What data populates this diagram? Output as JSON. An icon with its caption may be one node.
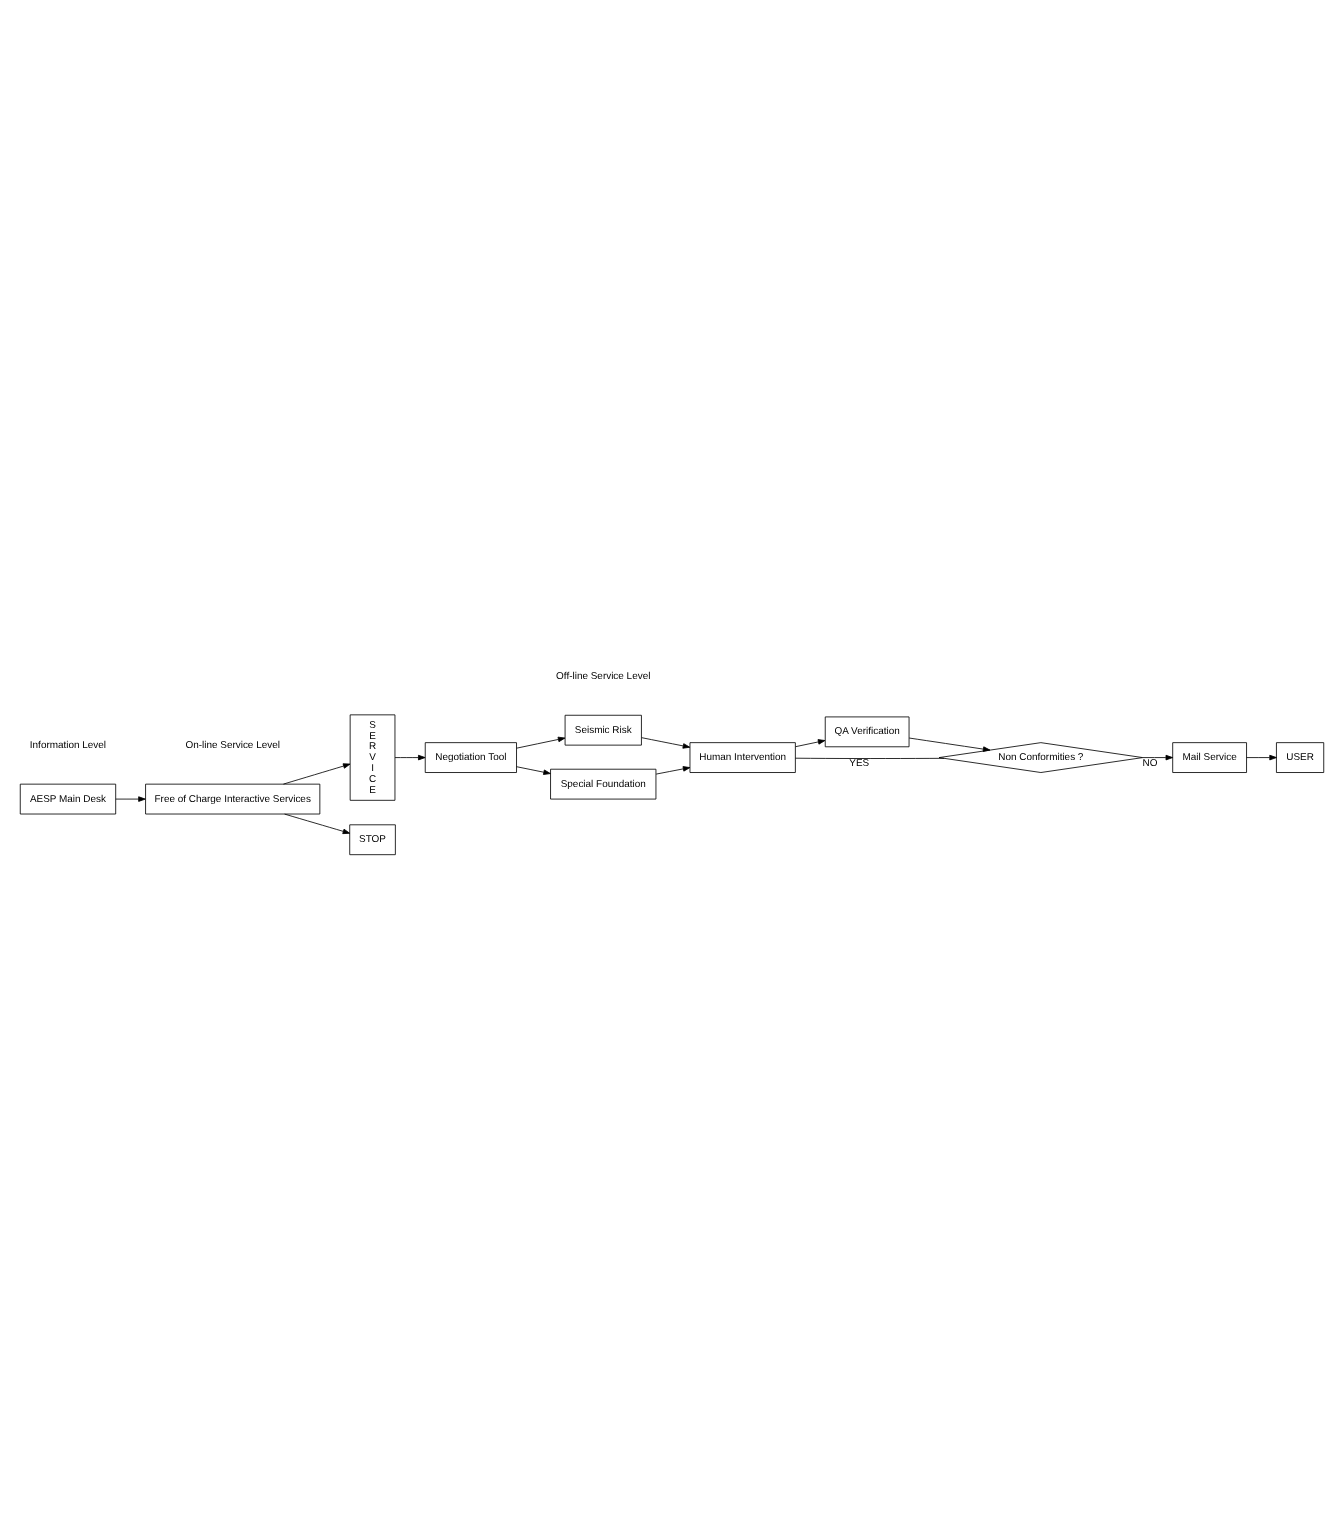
{
  "diagram": {
    "nodes": [
      {
        "text": [
          "AESP Main Desk"
        ]
      },
      {
        "text": [
          "Free of Charge Interactive Services"
        ]
      },
      {
        "text": [
          "S E R V I C E"
        ]
      },
      {
        "text": [
          "Seismic Risk"
        ]
      },
      {
        "text": [
          "Special Foundation"
        ]
      },
      {
        "text": [
          "STOP"
        ]
      },
      {
        "text": [
          "Negotiation Tool"
        ]
      },
      {
        "text": [
          "Human Intervention"
        ]
      },
      {
        "text": [
          "Mail Service"
        ]
      },
      {
        "text": [
          "USER"
        ]
      },
      {
        "text": [
          "QA Verification"
        ]
      },
      {
        "text": [
          "Non Conformities ?"
        ]
      }
    ],
    "edges": [
      {
        "from": 0,
        "to": 1,
        "arrow": "to"
      },
      {
        "from": 1,
        "to": 2,
        "arrow": "to"
      },
      {
        "from": 1,
        "to": 5,
        "arrow": "to"
      },
      {
        "from": 2,
        "to": 6,
        "arrow": "to"
      },
      {
        "from": 6,
        "to": 3,
        "arrow": "to"
      },
      {
        "from": 6,
        "to": 4,
        "arrow": "to"
      },
      {
        "from": 3,
        "to": 7,
        "arrow": "to"
      },
      {
        "from": 4,
        "to": 7,
        "arrow": "to"
      },
      {
        "from": 7,
        "to": 10,
        "arrow": "to"
      },
      {
        "from": 10,
        "to": 11,
        "arrow": "to"
      },
      {
        "from": 11,
        "to": 7,
        "arrow": "none",
        "label": "YES"
      },
      {
        "from": 11,
        "to": 8,
        "arrow": "to",
        "label": "NO"
      },
      {
        "from": 8,
        "to": 9,
        "arrow": "to"
      }
    ],
    "labels": [
      "Information Level",
      "On-line Service Level",
      "Off-line Service Level"
    ]
  }
}
